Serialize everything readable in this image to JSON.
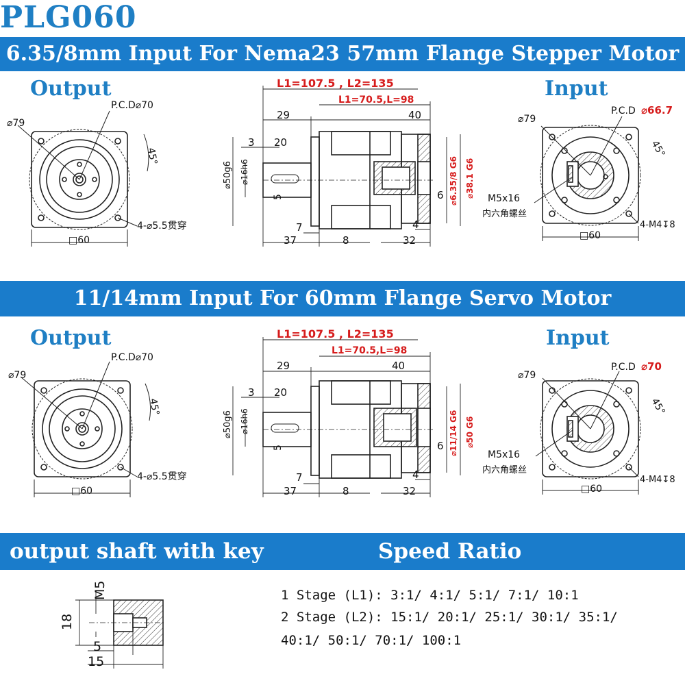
{
  "title": "PLG060",
  "section1": {
    "header": "6.35/8mm Input For Nema23 57mm Flange Stepper Motor",
    "output_label": "Output",
    "input_label": "Input",
    "output_view": {
      "dia_outer": "⌀79",
      "pcd": "P.C.D⌀70",
      "angle": "45°",
      "holes": "4-⌀5.5贯穿",
      "square": "□60"
    },
    "side_view": {
      "L_total": "L1=107.5 , L2=135",
      "L_body": "L1=70.5,L=98",
      "d29": "29",
      "d40": "40",
      "d3": "3",
      "d20": "20",
      "d50": "⌀50g6",
      "d16": "⌀16h6",
      "d5": "5",
      "d7": "7",
      "d37": "37",
      "d8": "8",
      "d32": "32",
      "d4": "4",
      "d6": "6",
      "bore": "⌀6.35/8 G6",
      "pilot": "⌀38.1 G6"
    },
    "input_view": {
      "dia_outer": "⌀79",
      "pcd_label": "P.C.D",
      "pcd_value": "⌀66.7",
      "angle": "45°",
      "screw": "M5x16",
      "screw_cn": "内六角螺丝",
      "tap": "4-M4↧8",
      "square": "□60"
    }
  },
  "section2": {
    "header": "11/14mm Input For 60mm Flange Servo Motor",
    "output_label": "Output",
    "input_label": "Input",
    "output_view": {
      "dia_outer": "⌀79",
      "pcd": "P.C.D⌀70",
      "angle": "45°",
      "holes": "4-⌀5.5贯穿",
      "square": "□60"
    },
    "side_view": {
      "L_total": "L1=107.5 , L2=135",
      "L_body": "L1=70.5,L=98",
      "d29": "29",
      "d40": "40",
      "d3": "3",
      "d20": "20",
      "d50": "⌀50g6",
      "d16": "⌀16h6",
      "d5": "5",
      "d7": "7",
      "d37": "37",
      "d8": "8",
      "d32": "32",
      "d4": "4",
      "d6": "6",
      "bore": "⌀11/14 G6",
      "pilot": "⌀50 G6"
    },
    "input_view": {
      "dia_outer": "⌀79",
      "pcd_label": "P.C.D",
      "pcd_value": "⌀70",
      "angle": "45°",
      "screw": "M5x16",
      "screw_cn": "内六角螺丝",
      "tap": "4-M4↧8",
      "square": "□60"
    }
  },
  "bottom": {
    "shaft_header": "output shaft with key",
    "ratio_header": "Speed Ratio",
    "shaft": {
      "m5": "M5",
      "d18": "18",
      "d5": "5",
      "d15": "15"
    },
    "ratio_lines": [
      "1 Stage (L1): 3:1/ 4:1/ 5:1/ 7:1/ 10:1",
      "2 Stage (L2): 15:1/ 20:1/ 25:1/ 30:1/ 35:1/",
      "40:1/ 50:1/ 70:1/ 100:1"
    ]
  },
  "colors": {
    "header_blue": "#1a7ccb",
    "label_blue": "#1f7fc4",
    "dim_red": "#d61c1c"
  }
}
